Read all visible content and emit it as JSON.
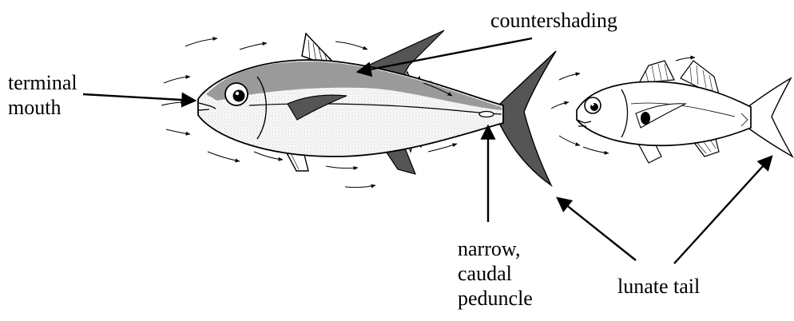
{
  "labels": {
    "countershading": "countershading",
    "terminal_mouth": [
      "terminal",
      "mouth"
    ],
    "caudal_peduncle": [
      "narrow,",
      "caudal",
      "peduncle"
    ],
    "lunate_tail": "lunate tail"
  },
  "colors": {
    "ink": "#000000",
    "dorsal_shade": "#9a9a9a",
    "fin_shade": "#555555",
    "background": "#ffffff"
  }
}
